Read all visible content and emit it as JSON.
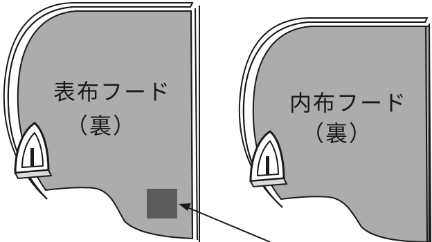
{
  "panels": [
    {
      "line1": "表布フード",
      "line2": "（裏）"
    },
    {
      "line1": "内布フード",
      "line2": "（裏）"
    }
  ],
  "colors": {
    "fabric": "#acacac",
    "binding": "#ffffff",
    "outline": "#1a1a1a",
    "patch": "#5c5c5c",
    "background": "#ffffff"
  },
  "icons": [
    "iron-icon",
    "iron-icon",
    "arrow-icon"
  ]
}
